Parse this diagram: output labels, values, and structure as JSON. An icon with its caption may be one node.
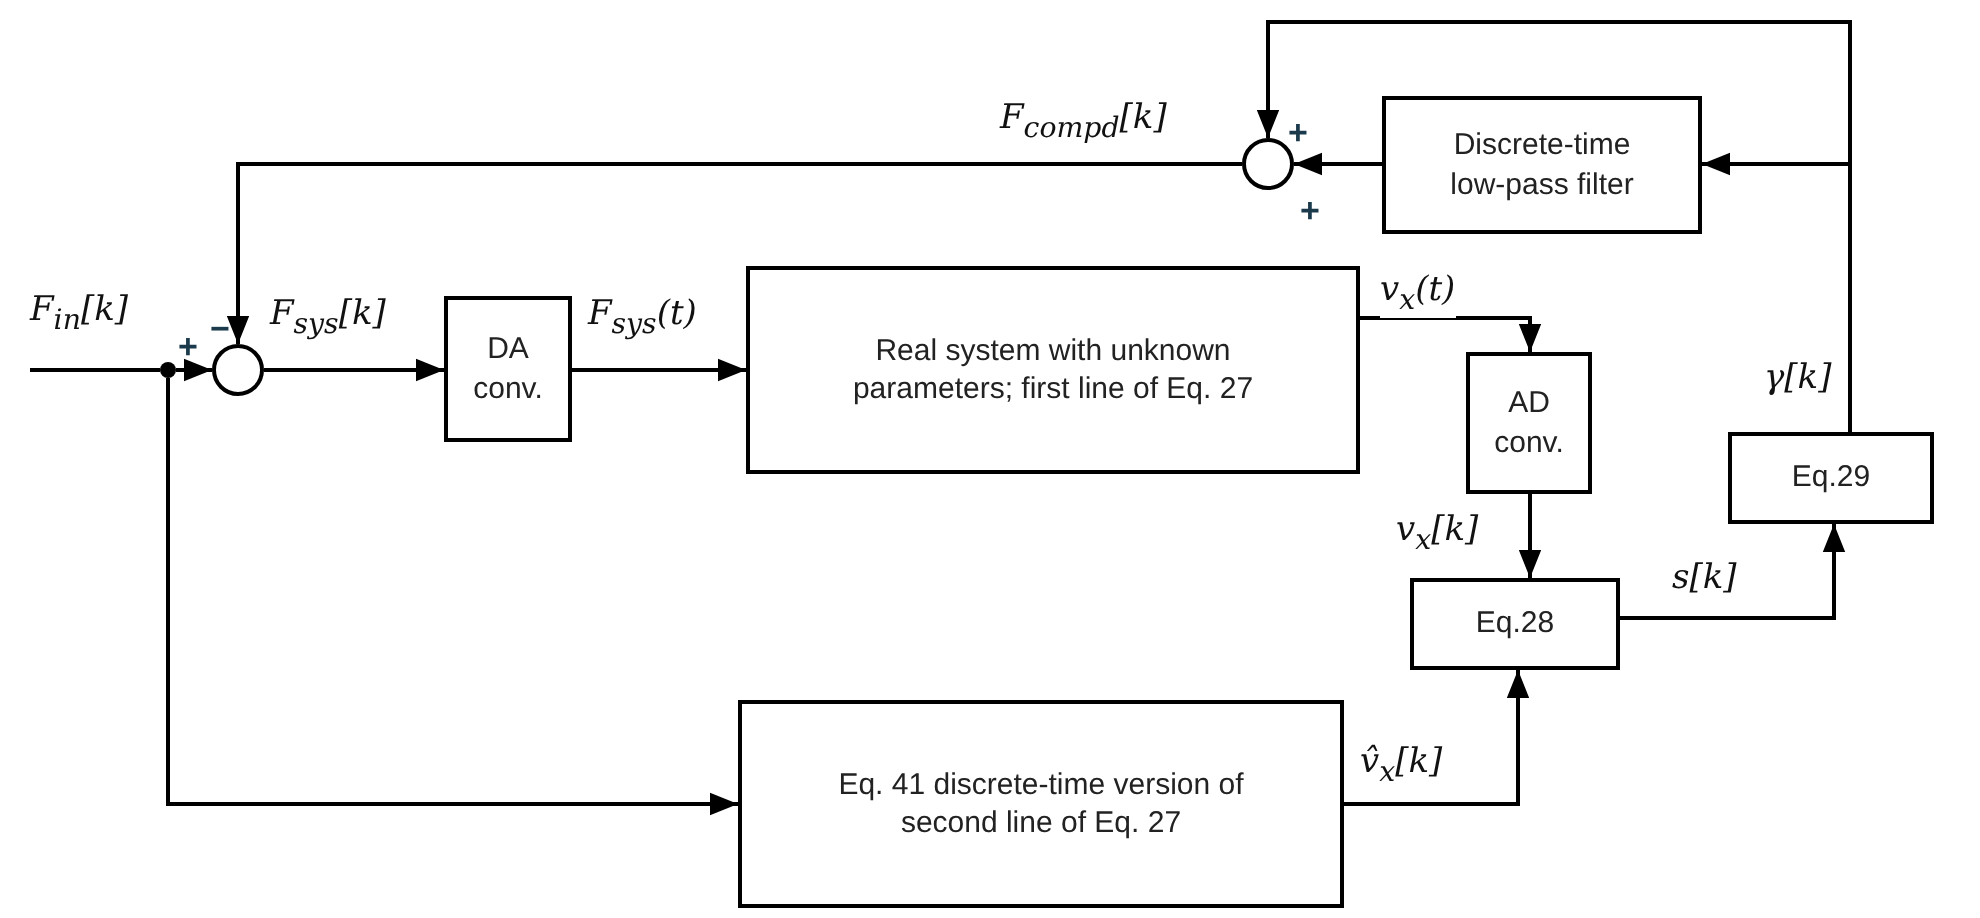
{
  "diagram": {
    "nodes": [
      {
        "text": [],
        "shape": "circle"
      },
      {
        "text": [
          "DA conv."
        ]
      },
      {
        "text": [
          "Real system with unknown parameters; first line of Eq. 27"
        ]
      },
      {
        "text": [
          "AD conv."
        ]
      },
      {
        "text": [
          "Eq.28"
        ]
      },
      {
        "text": [
          "Eq.29"
        ]
      },
      {
        "text": [
          "Discrete-time low-pass filter"
        ]
      },
      {
        "text": [],
        "shape": "circle"
      },
      {
        "text": [
          "Eq. 41 discrete-time version of second line of Eq. 27"
        ]
      },
      {
        "text": [],
        "shape": "dot"
      }
    ],
    "edges": [
      {
        "from": null,
        "to": 9,
        "arrow": "none",
        "label": "F$_{in}$[k]"
      },
      {
        "from": 9,
        "to": 0,
        "arrow": "to"
      },
      {
        "from": 9,
        "to": 8,
        "arrow": "to"
      },
      {
        "from": 0,
        "to": 1,
        "arrow": "to",
        "label": "F$_{sys}$[k]"
      },
      {
        "from": 1,
        "to": 2,
        "arrow": "to",
        "label": "F$_{sys}$(t)"
      },
      {
        "from": 2,
        "to": 3,
        "arrow": "to",
        "label": "v$_{x}$(t)"
      },
      {
        "from": 3,
        "to": 4,
        "arrow": "to",
        "label": "v$_{x}$[k]"
      },
      {
        "from": 8,
        "to": 4,
        "arrow": "to",
        "label": "v̂$_{x}$[k]"
      },
      {
        "from": 4,
        "to": 5,
        "arrow": "to",
        "label": "s[k]"
      },
      {
        "from": 5,
        "to": 6,
        "arrow": "to",
        "label": "γ[k]"
      },
      {
        "from": 5,
        "to": 7,
        "arrow": "to"
      },
      {
        "from": 6,
        "to": 7,
        "arrow": "to"
      },
      {
        "from": 7,
        "to": 0,
        "arrow": "to",
        "label": "F$_{compd}$[k]"
      }
    ],
    "labels": [
      "+",
      "−",
      "+",
      "+"
    ]
  }
}
